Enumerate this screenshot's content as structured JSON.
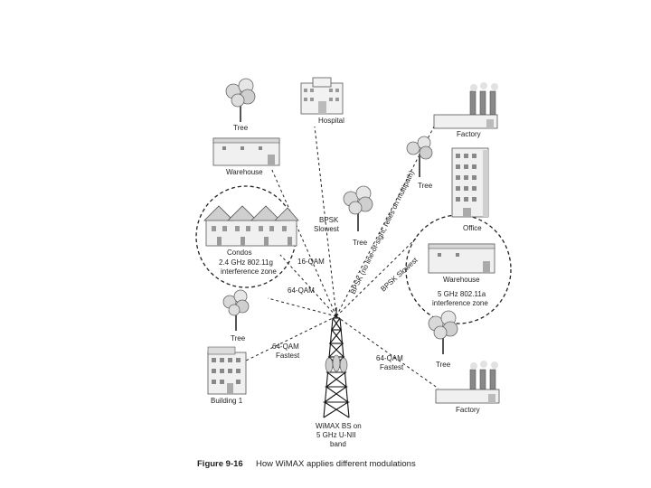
{
  "labels": {
    "tree_top": "Tree",
    "hospital": "Hospital",
    "factory_top": "Factory",
    "warehouse_left": "Warehouse",
    "tree_right_top": "Tree",
    "office": "Office",
    "tree_center": "Tree",
    "condos": "Condos",
    "condos_zone_1": "2.4 GHz  802.11g",
    "condos_zone_2": "interference zone",
    "warehouse_right": "Warehouse",
    "warehouse_zone_1": "5 GHz  802.11a",
    "warehouse_zone_2": "interference zone",
    "tree_left": "Tree",
    "building1": "Building 1",
    "tree_right_bottom": "Tree",
    "factory_bottom": "Factory",
    "bs_1": "WiMAX BS on",
    "bs_2": "5 GHz U-NII",
    "bs_3": "band"
  },
  "modulations": {
    "bpsk_slowest_1": "BPSK",
    "bpsk_slowest_2": "Slowest",
    "qam16": "16-QAM",
    "qam64_left": "64-QAM",
    "qam64_fastest_left_1": "64-QAM",
    "qam64_fastest_left_2": "Fastest",
    "qam64_fastest_right_1": "64-QAM",
    "qam64_fastest_right_2": "Fastest",
    "bpsk_nlos": "BPSK (no line-of-sight; relies on multipath)",
    "bpsk_slowest_diag": "BPSK Slowest"
  },
  "caption": {
    "figure": "Figure 9-16",
    "text": "How WiMAX applies different modulations"
  }
}
